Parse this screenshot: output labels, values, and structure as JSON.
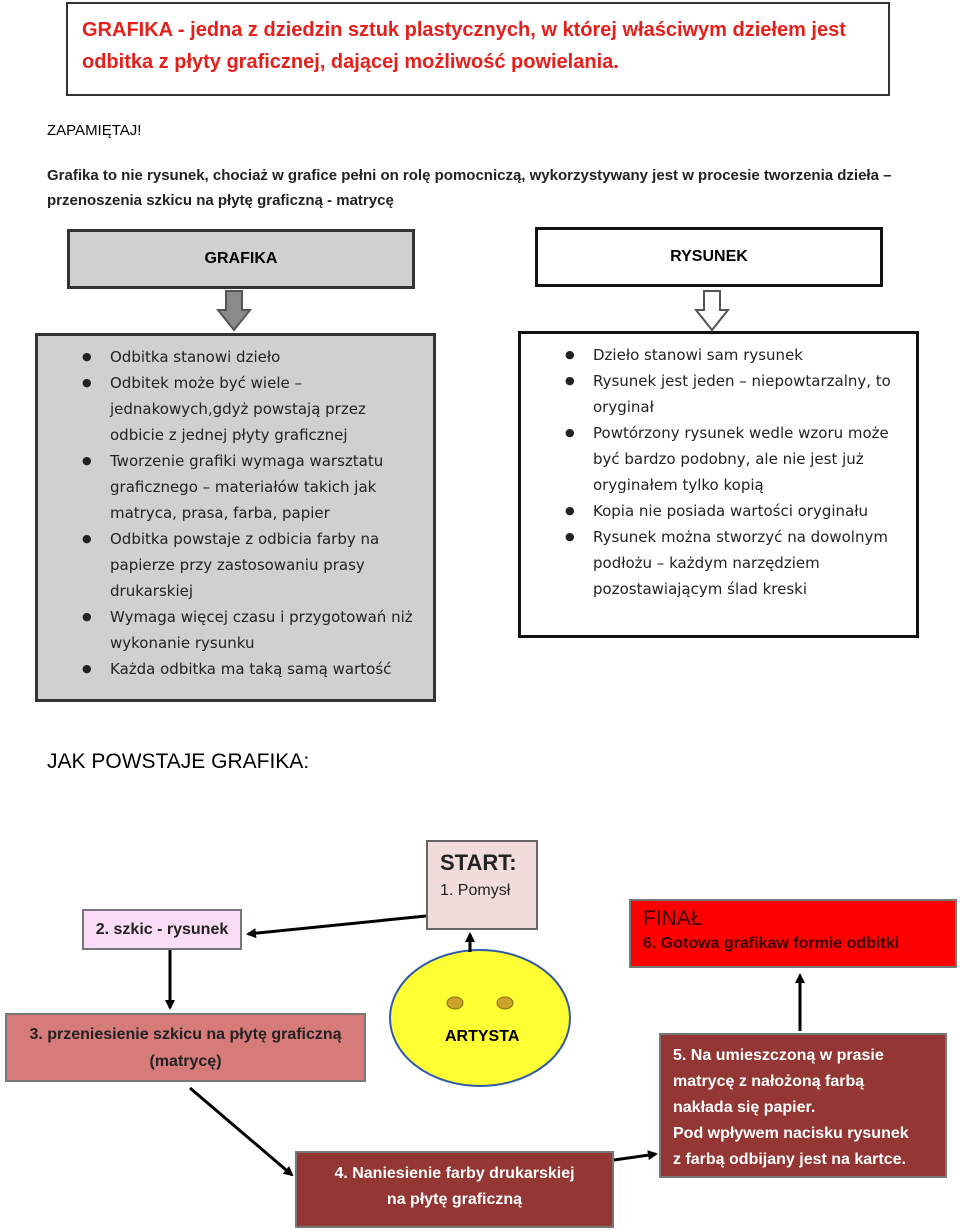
{
  "title": "GRAFIKA -  jedna z dziedzin sztuk plastycznych, w której właściwym dziełem jest odbitka z płyty graficznej, dającej możliwość powielania.",
  "remember": "ZAPAMIĘTAJ!",
  "intro": "Grafika to nie rysunek, chociaż w grafice pełni on rolę pomocniczą, wykorzystywany jest w procesie tworzenia dzieła –przenoszenia szkicu na płytę graficzną - matrycę",
  "headers": {
    "grafika": "GRAFIKA",
    "rysunek": "RYSUNEK"
  },
  "grafika_list": [
    "Odbitka stanowi dzieło",
    "Odbitek może być  wiele – jednakowych,gdyż powstają przez odbicie z jednej płyty graficznej",
    "Tworzenie grafiki wymaga warsztatu graficznego – materiałów takich jak matryca, prasa, farba, papier",
    "Odbitka powstaje z odbicia farby na papierze przy zastosowaniu prasy drukarskiej",
    "Wymaga więcej czasu i przygotowań niż wykonanie rysunku",
    "Każda odbitka ma taką samą wartość"
  ],
  "rysunek_list": [
    "Dzieło stanowi sam rysunek",
    "Rysunek jest jeden – niepowtarzalny, to oryginał",
    "Powtórzony rysunek wedle wzoru może być bardzo podobny, ale nie jest już oryginałem tylko kopią",
    "Kopia nie posiada wartości oryginału",
    "Rysunek można stworzyć na dowolnym podłożu – każdym narzędziem pozostawiającym ślad kreski"
  ],
  "how_title": "JAK POWSTAJE GRAFIKA:",
  "flow": {
    "start_title": "START:",
    "start_sub": "1. Pomysł",
    "step2": "2. szkic - rysunek",
    "step3_line1": "3. przeniesienie szkicu na płytę graficzną",
    "step3_line2": "(matrycę)",
    "step4_line1": "4. Naniesienie farby drukarskiej",
    "step4_line2": "na płytę graficzną",
    "step5": [
      "5. Na umieszczoną w prasie",
      "matrycę  z nałożoną farbą",
      "nakłada się papier.",
      "Pod wpływem  nacisku rysunek",
      "z farbą odbijany jest  na kartce."
    ],
    "final_title": "FINAŁ",
    "final_sub": "6. Gotowa grafikaw formie odbitki",
    "artist": "ARTYSTA"
  },
  "colors": {
    "title_red": "#e5201c",
    "gray_box": "#d0d0d0",
    "start_pink": "#f2dcdb",
    "szkic_pink": "#fadcf6",
    "final_red": "#ff0000",
    "step3_rose": "#d77a7a",
    "dark_red": "#943634",
    "smiley_yellow": "#ffff33"
  }
}
